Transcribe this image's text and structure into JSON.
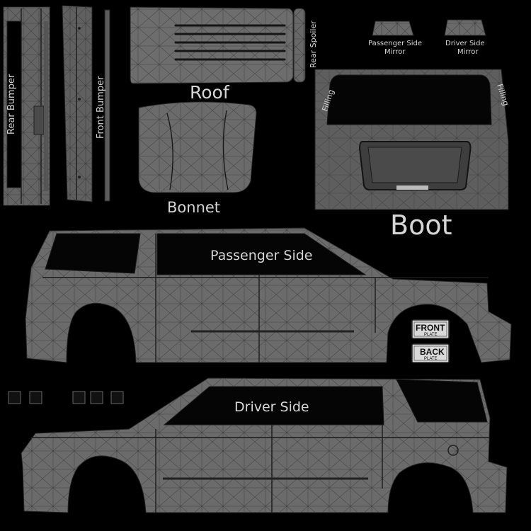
{
  "labels": {
    "rear_bumper": "Rear Bumper",
    "front_bumper": "Front Bumper",
    "roof": "Roof",
    "rear_spoiler": "Rear Spoiler",
    "passenger_mirror_line1": "Passenger Side",
    "passenger_mirror_line2": "Mirror",
    "driver_mirror_line1": "Driver Side",
    "driver_mirror_line2": "Mirror",
    "filling_left": "Filling",
    "filling_right": "Filling",
    "bonnet": "Bonnet",
    "boot": "Boot",
    "passenger_side": "Passenger Side",
    "driver_side": "Driver Side",
    "front_plate_main": "FRONT",
    "front_plate_sub": "PLATE",
    "back_plate_main": "BACK",
    "back_plate_sub": "PLATE"
  },
  "colors": {
    "background": "#000000",
    "panel": "#6b6b6b",
    "label": "#d6d6d6"
  }
}
